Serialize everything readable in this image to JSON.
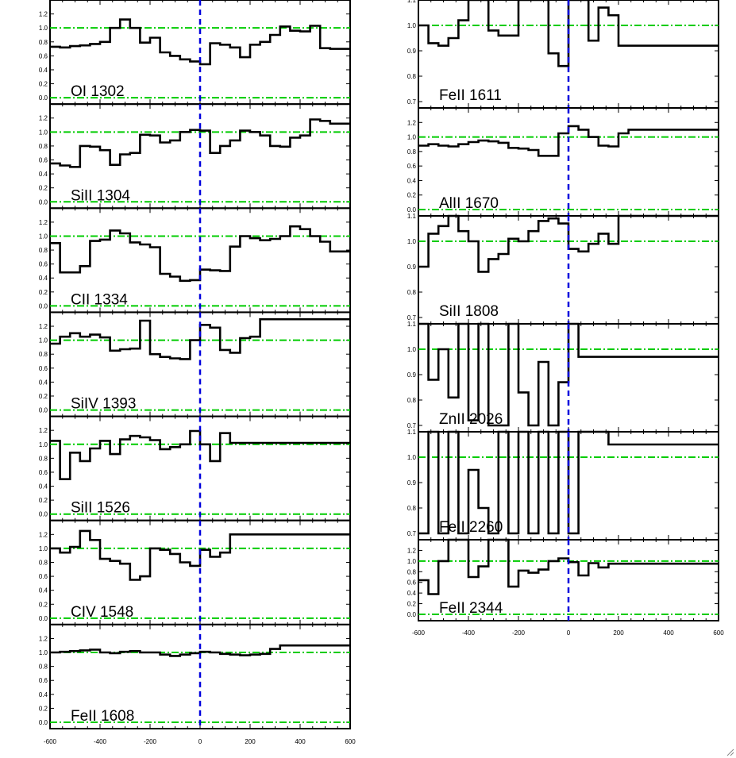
{
  "chart_data": [
    {
      "type": "line",
      "column": "left",
      "title": "OI 1302",
      "ylim": [
        0,
        1.4
      ],
      "yticks": [
        "0.0",
        "0.2",
        "0.4",
        "0.6",
        "0.8",
        "1.0",
        "1.2"
      ],
      "ref_lines": [
        0,
        1.0
      ],
      "x": [
        -600,
        -560,
        -520,
        -480,
        -440,
        -400,
        -360,
        -320,
        -280,
        -240,
        -200,
        -160,
        -120,
        -80,
        -40,
        0,
        40,
        80,
        120,
        160,
        200,
        240,
        280,
        320,
        360,
        400,
        440,
        480,
        520,
        560
      ],
      "values": [
        0.73,
        0.72,
        0.74,
        0.75,
        0.77,
        0.8,
        1.0,
        1.12,
        1.0,
        0.79,
        0.86,
        0.65,
        0.6,
        0.55,
        0.52,
        0.48,
        0.78,
        0.76,
        0.72,
        0.58,
        0.76,
        0.8,
        0.9,
        1.02,
        0.96,
        0.95,
        1.03,
        0.71,
        0.7,
        0.7
      ]
    },
    {
      "type": "line",
      "column": "left",
      "title": "SiII 1304",
      "ylim": [
        0,
        1.4
      ],
      "yticks": [
        "0.0",
        "0.2",
        "0.4",
        "0.6",
        "0.8",
        "1.0",
        "1.2"
      ],
      "ref_lines": [
        0,
        1.0
      ],
      "x": [
        -600,
        -560,
        -520,
        -480,
        -440,
        -400,
        -360,
        -320,
        -280,
        -240,
        -200,
        -160,
        -120,
        -80,
        -40,
        0,
        40,
        80,
        120,
        160,
        200,
        240,
        280,
        320,
        360,
        400,
        440,
        480,
        520,
        560
      ],
      "values": [
        0.55,
        0.52,
        0.5,
        0.8,
        0.79,
        0.74,
        0.53,
        0.68,
        0.7,
        0.96,
        0.95,
        0.85,
        0.88,
        1.0,
        1.03,
        1.02,
        0.7,
        0.8,
        0.88,
        1.02,
        1.0,
        0.95,
        0.8,
        0.79,
        0.92,
        0.95,
        1.18,
        1.16,
        1.12,
        1.12
      ]
    },
    {
      "type": "line",
      "column": "left",
      "title": "CII 1334",
      "ylim": [
        0,
        1.4
      ],
      "yticks": [
        "0.0",
        "0.2",
        "0.4",
        "0.6",
        "0.8",
        "1.0",
        "1.2"
      ],
      "ref_lines": [
        0,
        1.0
      ],
      "x": [
        -600,
        -560,
        -520,
        -480,
        -440,
        -400,
        -360,
        -320,
        -280,
        -240,
        -200,
        -160,
        -120,
        -80,
        -40,
        0,
        40,
        80,
        120,
        160,
        200,
        240,
        280,
        320,
        360,
        400,
        440,
        480,
        520,
        560
      ],
      "values": [
        0.9,
        0.48,
        0.48,
        0.57,
        0.93,
        0.95,
        1.08,
        1.04,
        0.91,
        0.88,
        0.84,
        0.46,
        0.42,
        0.36,
        0.37,
        0.52,
        0.51,
        0.5,
        0.85,
        1.0,
        0.97,
        0.94,
        0.96,
        1.0,
        1.14,
        1.1,
        1.0,
        0.92,
        0.78,
        0.78
      ]
    },
    {
      "type": "line",
      "column": "left",
      "title": "SiIV 1393",
      "ylim": [
        0,
        1.4
      ],
      "yticks": [
        "0.0",
        "0.2",
        "0.4",
        "0.6",
        "0.8",
        "1.0",
        "1.2"
      ],
      "ref_lines": [
        0,
        1.0
      ],
      "x": [
        -600,
        -560,
        -520,
        -480,
        -440,
        -400,
        -360,
        -320,
        -280,
        -240,
        -200,
        -160,
        -120,
        -80,
        -40,
        0,
        40,
        80,
        120,
        160,
        200,
        240,
        280,
        320,
        360,
        400,
        440,
        480,
        520,
        560
      ],
      "values": [
        0.95,
        1.05,
        1.1,
        1.05,
        1.08,
        1.04,
        0.85,
        0.87,
        0.88,
        1.28,
        0.8,
        0.76,
        0.74,
        0.73,
        1.0,
        1.22,
        1.18,
        0.86,
        0.82,
        1.03,
        1.05,
        1.3,
        1.3,
        1.3,
        1.3,
        1.3,
        1.3,
        1.3,
        1.3,
        1.3
      ]
    },
    {
      "type": "line",
      "column": "left",
      "title": "SiII 1526",
      "ylim": [
        0,
        1.4
      ],
      "yticks": [
        "0.0",
        "0.2",
        "0.4",
        "0.6",
        "0.8",
        "1.0",
        "1.2"
      ],
      "ref_lines": [
        0,
        1.0
      ],
      "x": [
        -600,
        -560,
        -520,
        -480,
        -440,
        -400,
        -360,
        -320,
        -280,
        -240,
        -200,
        -160,
        -120,
        -80,
        -40,
        0,
        40,
        80,
        120,
        160,
        200,
        240,
        280,
        320,
        360,
        400,
        440,
        480,
        520,
        560
      ],
      "values": [
        1.05,
        0.5,
        0.88,
        0.76,
        0.94,
        1.05,
        0.86,
        1.07,
        1.12,
        1.1,
        1.06,
        0.93,
        0.96,
        1.0,
        1.19,
        1.0,
        0.76,
        1.16,
        1.02,
        1.02,
        1.02,
        1.02,
        1.02,
        1.02,
        1.02,
        1.02,
        1.02,
        1.02,
        1.02,
        1.02
      ]
    },
    {
      "type": "line",
      "column": "left",
      "title": "CIV 1548",
      "ylim": [
        0,
        1.4
      ],
      "yticks": [
        "0.0",
        "0.2",
        "0.4",
        "0.6",
        "0.8",
        "1.0",
        "1.2"
      ],
      "ref_lines": [
        0,
        1.0
      ],
      "x": [
        -600,
        -560,
        -520,
        -480,
        -440,
        -400,
        -360,
        -320,
        -280,
        -240,
        -200,
        -160,
        -120,
        -80,
        -40,
        0,
        40,
        80,
        120,
        160,
        200,
        240,
        280,
        320,
        360,
        400,
        440,
        480,
        520,
        560
      ],
      "values": [
        1.0,
        0.94,
        1.02,
        1.25,
        1.12,
        0.85,
        0.82,
        0.78,
        0.55,
        0.6,
        1.0,
        0.98,
        0.92,
        0.8,
        0.75,
        0.98,
        0.88,
        0.94,
        1.2,
        1.2,
        1.2,
        1.2,
        1.2,
        1.2,
        1.2,
        1.2,
        1.2,
        1.2,
        1.2,
        1.2
      ]
    },
    {
      "type": "line",
      "column": "left",
      "title": "FeII 1608",
      "ylim": [
        0,
        1.4
      ],
      "yticks": [
        "0.0",
        "0.2",
        "0.4",
        "0.6",
        "0.8",
        "1.0",
        "1.2"
      ],
      "ref_lines": [
        0,
        1.0
      ],
      "x": [
        -600,
        -560,
        -520,
        -480,
        -440,
        -400,
        -360,
        -320,
        -280,
        -240,
        -200,
        -160,
        -120,
        -80,
        -40,
        0,
        40,
        80,
        120,
        160,
        200,
        240,
        280,
        320,
        360,
        400,
        440,
        480,
        520,
        560
      ],
      "values": [
        1.0,
        1.01,
        1.02,
        1.03,
        1.04,
        1.0,
        0.99,
        1.01,
        1.02,
        1.0,
        1.0,
        0.97,
        0.95,
        0.97,
        0.99,
        1.01,
        1.0,
        0.98,
        0.97,
        0.96,
        0.97,
        0.98,
        1.05,
        1.1,
        1.1,
        1.1,
        1.1,
        1.1,
        1.1,
        1.1
      ]
    },
    {
      "type": "line",
      "column": "right",
      "title": "FeII 1611",
      "ylim": [
        0.7,
        1.1
      ],
      "yticks": [
        "0.7",
        "0.8",
        "0.9",
        "1.0",
        "1.1"
      ],
      "ref_lines": [
        1.0
      ],
      "x": [
        -600,
        -560,
        -520,
        -480,
        -440,
        -400,
        -360,
        -320,
        -280,
        -240,
        -200,
        -160,
        -120,
        -80,
        -40,
        0,
        40,
        80,
        120,
        160,
        200,
        240,
        280,
        320,
        360,
        400,
        440,
        480,
        520,
        560
      ],
      "values": [
        1.0,
        0.93,
        0.92,
        0.95,
        1.02,
        1.1,
        1.1,
        0.98,
        0.96,
        0.96,
        1.1,
        1.1,
        1.1,
        0.89,
        0.84,
        1.1,
        1.1,
        0.94,
        1.07,
        1.04,
        0.92,
        0.92,
        0.92,
        0.92,
        0.92,
        0.92,
        0.92,
        0.92,
        0.92,
        0.92
      ]
    },
    {
      "type": "line",
      "column": "right",
      "title": "AlII 1670",
      "ylim": [
        0,
        1.4
      ],
      "yticks": [
        "0.0",
        "0.2",
        "0.4",
        "0.6",
        "0.8",
        "1.0",
        "1.2"
      ],
      "ref_lines": [
        0,
        1.0
      ],
      "x": [
        -600,
        -560,
        -520,
        -480,
        -440,
        -400,
        -360,
        -320,
        -280,
        -240,
        -200,
        -160,
        -120,
        -80,
        -40,
        0,
        40,
        80,
        120,
        160,
        200,
        240,
        280,
        320,
        360,
        400,
        440,
        480,
        520,
        560
      ],
      "values": [
        0.88,
        0.9,
        0.88,
        0.87,
        0.9,
        0.93,
        0.95,
        0.94,
        0.92,
        0.85,
        0.84,
        0.82,
        0.74,
        0.74,
        1.05,
        1.15,
        1.1,
        1.0,
        0.88,
        0.87,
        1.05,
        1.1,
        1.1,
        1.1,
        1.1,
        1.1,
        1.1,
        1.1,
        1.1,
        1.1
      ]
    },
    {
      "type": "line",
      "column": "right",
      "title": "SiII 1808",
      "ylim": [
        0.7,
        1.1
      ],
      "yticks": [
        "0.7",
        "0.8",
        "0.9",
        "1.0",
        "1.1"
      ],
      "ref_lines": [
        1.0
      ],
      "x": [
        -600,
        -560,
        -520,
        -480,
        -440,
        -400,
        -360,
        -320,
        -280,
        -240,
        -200,
        -160,
        -120,
        -80,
        -40,
        0,
        40,
        80,
        120,
        160,
        200,
        240,
        280,
        320,
        360,
        400,
        440,
        480,
        520,
        560
      ],
      "values": [
        0.9,
        1.03,
        1.06,
        1.1,
        1.04,
        1.0,
        0.88,
        0.93,
        0.95,
        1.01,
        1.0,
        1.04,
        1.08,
        1.09,
        1.07,
        0.97,
        0.96,
        0.99,
        1.03,
        0.99,
        1.1,
        1.1,
        1.1,
        1.1,
        1.1,
        1.1,
        1.1,
        1.1,
        1.1,
        1.1
      ]
    },
    {
      "type": "line",
      "column": "right",
      "title": "ZnII 2026",
      "ylim": [
        0.7,
        1.1
      ],
      "yticks": [
        "0.7",
        "0.8",
        "0.9",
        "1.0",
        "1.1"
      ],
      "ref_lines": [
        1.0
      ],
      "x": [
        -600,
        -560,
        -520,
        -480,
        -440,
        -400,
        -360,
        -320,
        -280,
        -240,
        -200,
        -160,
        -120,
        -80,
        -40,
        0,
        40,
        80,
        120,
        160,
        200,
        240,
        280,
        320,
        360,
        400,
        440,
        480,
        520,
        560
      ],
      "values": [
        1.1,
        0.88,
        1.0,
        0.81,
        1.1,
        0.72,
        1.1,
        0.7,
        0.7,
        1.1,
        0.83,
        0.7,
        0.95,
        0.7,
        0.87,
        1.1,
        0.97,
        0.97,
        0.97,
        0.97,
        0.97,
        0.97,
        0.97,
        0.97,
        0.97,
        0.97,
        0.97,
        0.97,
        0.97,
        0.97
      ]
    },
    {
      "type": "line",
      "column": "right",
      "title": "FeII 2260",
      "ylim": [
        0.7,
        1.1
      ],
      "yticks": [
        "0.7",
        "0.8",
        "0.9",
        "1.0",
        "1.1"
      ],
      "ref_lines": [
        1.0
      ],
      "x": [
        -600,
        -560,
        -520,
        -480,
        -440,
        -400,
        -360,
        -320,
        -280,
        -240,
        -200,
        -160,
        -120,
        -80,
        -40,
        0,
        40,
        80,
        120,
        160,
        200,
        240,
        280,
        320,
        360,
        400,
        440,
        480,
        520,
        560
      ],
      "values": [
        0.7,
        1.1,
        0.7,
        1.1,
        0.7,
        0.95,
        0.8,
        0.7,
        1.1,
        0.7,
        1.1,
        0.7,
        1.1,
        0.7,
        1.1,
        0.7,
        1.1,
        1.1,
        1.1,
        1.05,
        1.05,
        1.05,
        1.05,
        1.05,
        1.05,
        1.05,
        1.05,
        1.05,
        1.05,
        1.05
      ]
    },
    {
      "type": "line",
      "column": "right",
      "title": "FeII 2344",
      "ylim": [
        0,
        1.4
      ],
      "yticks": [
        "0.0",
        "0.2",
        "0.4",
        "0.6",
        "0.8",
        "1.0",
        "1.2"
      ],
      "ref_lines": [
        0,
        1.0
      ],
      "x": [
        -600,
        -560,
        -520,
        -480,
        -440,
        -400,
        -360,
        -320,
        -280,
        -240,
        -200,
        -160,
        -120,
        -80,
        -40,
        0,
        40,
        80,
        120,
        160,
        200,
        240,
        280,
        320,
        360,
        400,
        440,
        480,
        520,
        560
      ],
      "values": [
        0.64,
        0.38,
        1.0,
        1.4,
        1.4,
        0.7,
        0.9,
        1.4,
        1.4,
        0.52,
        0.82,
        0.78,
        0.84,
        1.0,
        1.05,
        0.98,
        0.73,
        0.96,
        0.88,
        0.95,
        0.95,
        0.95,
        0.95,
        0.95,
        0.95,
        0.95,
        0.95,
        0.95,
        0.95,
        0.95
      ]
    }
  ],
  "x_axes": {
    "xlim": [
      -600,
      600
    ],
    "left_tick_labels": [
      "-600",
      "-400",
      "-200",
      "0",
      "200",
      "400",
      "600"
    ],
    "right_tick_labels": [
      "-600",
      "-400",
      "-200",
      "0",
      "200",
      "400",
      "600"
    ]
  },
  "colors": {
    "spectrum": "#000000",
    "reference_lines": "#00cc00",
    "zero_velocity_line": "#0000dd"
  },
  "icons": {
    "resize_grip": "resize-grip-icon"
  }
}
